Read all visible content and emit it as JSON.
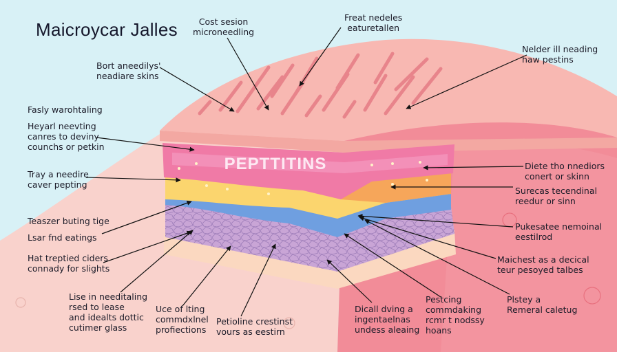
{
  "title": "Maicroycar Jalles",
  "layer_word": "PEPTTITINS",
  "colors": {
    "background": "#d8f1f6",
    "skin_left": "#f9d2cc",
    "skin_right": "#f28c98",
    "top_surface": "#f8b8b2",
    "layer_pink": "#f07aa6",
    "layer_yellow": "#fbd56e",
    "layer_orange": "#f6a65a",
    "layer_blue": "#6f9fe0",
    "layer_lavender": "#c8a6d8",
    "layer_base": "#fbd8c0"
  },
  "labels": {
    "cost_session": [
      "Cost sesion",
      "microneedling"
    ],
    "frost_needles": [
      "Freat nedeles",
      "eaturetallen"
    ],
    "needler_il": [
      "Nelder ill neading",
      "haw pestins"
    ],
    "bort_aneedly": [
      "Bort aneedilys'",
      "neadiare skins"
    ],
    "fasly": [
      "Fasly warohtaling"
    ],
    "heyarl": [
      "Heyarl neevting",
      "canres to deviny",
      "counchs or petkin"
    ],
    "tray": [
      "Tray a needire",
      "caver pepting"
    ],
    "teaser": [
      "Teaszer buting tige"
    ],
    "lsar": [
      "Lsar fnd eatings"
    ],
    "hat": [
      "Hat treptied ciders",
      "connady for slights"
    ],
    "lise": [
      "Lise in needitaling",
      "rsed to lease",
      "and idealts dottic",
      "cutimer glass"
    ],
    "use": [
      "Uce of lting",
      "commdxlnel",
      "profiections"
    ],
    "petioline": [
      "Petioline crestinst",
      "vours as eestirn"
    ],
    "dicall": [
      "Dicall dving a",
      "ingentaelnas",
      "undess aleaing"
    ],
    "pestcing": [
      "Pestcing",
      "commdaking",
      "rcmr t nodssy",
      "hoans"
    ],
    "pistey": [
      "Plstey a",
      "Remeral caletug"
    ],
    "diete": [
      "Diete tho nnediors",
      "conert or skinn"
    ],
    "surecas": [
      "Surecas tecendinal",
      "reedur or sinn"
    ],
    "pukesatee": [
      "Pukesatee nemoinal",
      "eestilrod"
    ],
    "maichest": [
      "Maichest as a decical",
      "teur pesoyed talbes"
    ]
  }
}
